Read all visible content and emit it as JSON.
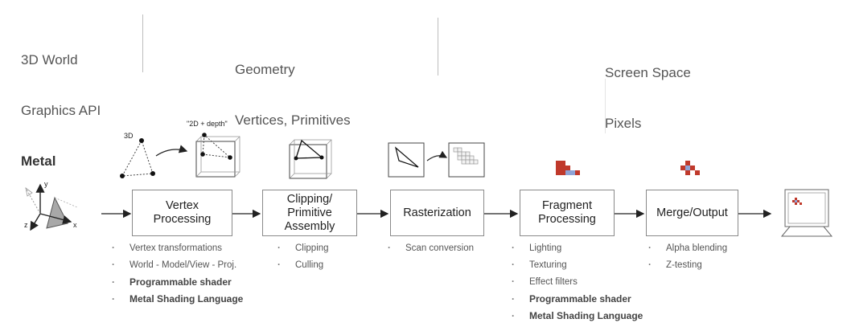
{
  "header": {
    "api_line1": "3D World",
    "api_line2": "Graphics API",
    "api_line3": "Metal",
    "geometry_line1": "Geometry",
    "geometry_line2": "Vertices, Primitives",
    "screen_line1": "Screen Space",
    "screen_line2": "Pixels"
  },
  "illustrations": {
    "label_3d": "3D",
    "label_2d_depth": "\"2D + depth\"",
    "axis_x": "x",
    "axis_y": "y",
    "axis_z": "z"
  },
  "stages": [
    {
      "label": "Vertex\nProcessing",
      "bullets": [
        {
          "text": "Vertex transformations",
          "bold": false
        },
        {
          "text": "World - Model/View - Proj.",
          "bold": false
        },
        {
          "text": "Programmable shader",
          "bold": true
        },
        {
          "text": "Metal Shading Language",
          "bold": true
        }
      ]
    },
    {
      "label": "Clipping/\nPrimitive\nAssembly",
      "bullets": [
        {
          "text": "Clipping",
          "bold": false
        },
        {
          "text": "Culling",
          "bold": false
        }
      ]
    },
    {
      "label": "Rasterization",
      "bullets": [
        {
          "text": "Scan conversion",
          "bold": false
        }
      ]
    },
    {
      "label": "Fragment\nProcessing",
      "bullets": [
        {
          "text": "Lighting",
          "bold": false
        },
        {
          "text": "Texturing",
          "bold": false
        },
        {
          "text": "Effect filters",
          "bold": false
        },
        {
          "text": "Programmable shader",
          "bold": true
        },
        {
          "text": "Metal Shading Language",
          "bold": true
        }
      ]
    },
    {
      "label": "Merge/Output",
      "bullets": [
        {
          "text": "Alpha blending",
          "bold": false
        },
        {
          "text": "Z-testing",
          "bold": false
        }
      ]
    }
  ],
  "colors": {
    "fragment_red": "#c0392b",
    "fragment_blue": "#8fa3d6",
    "box_border": "#8a8a8a"
  }
}
